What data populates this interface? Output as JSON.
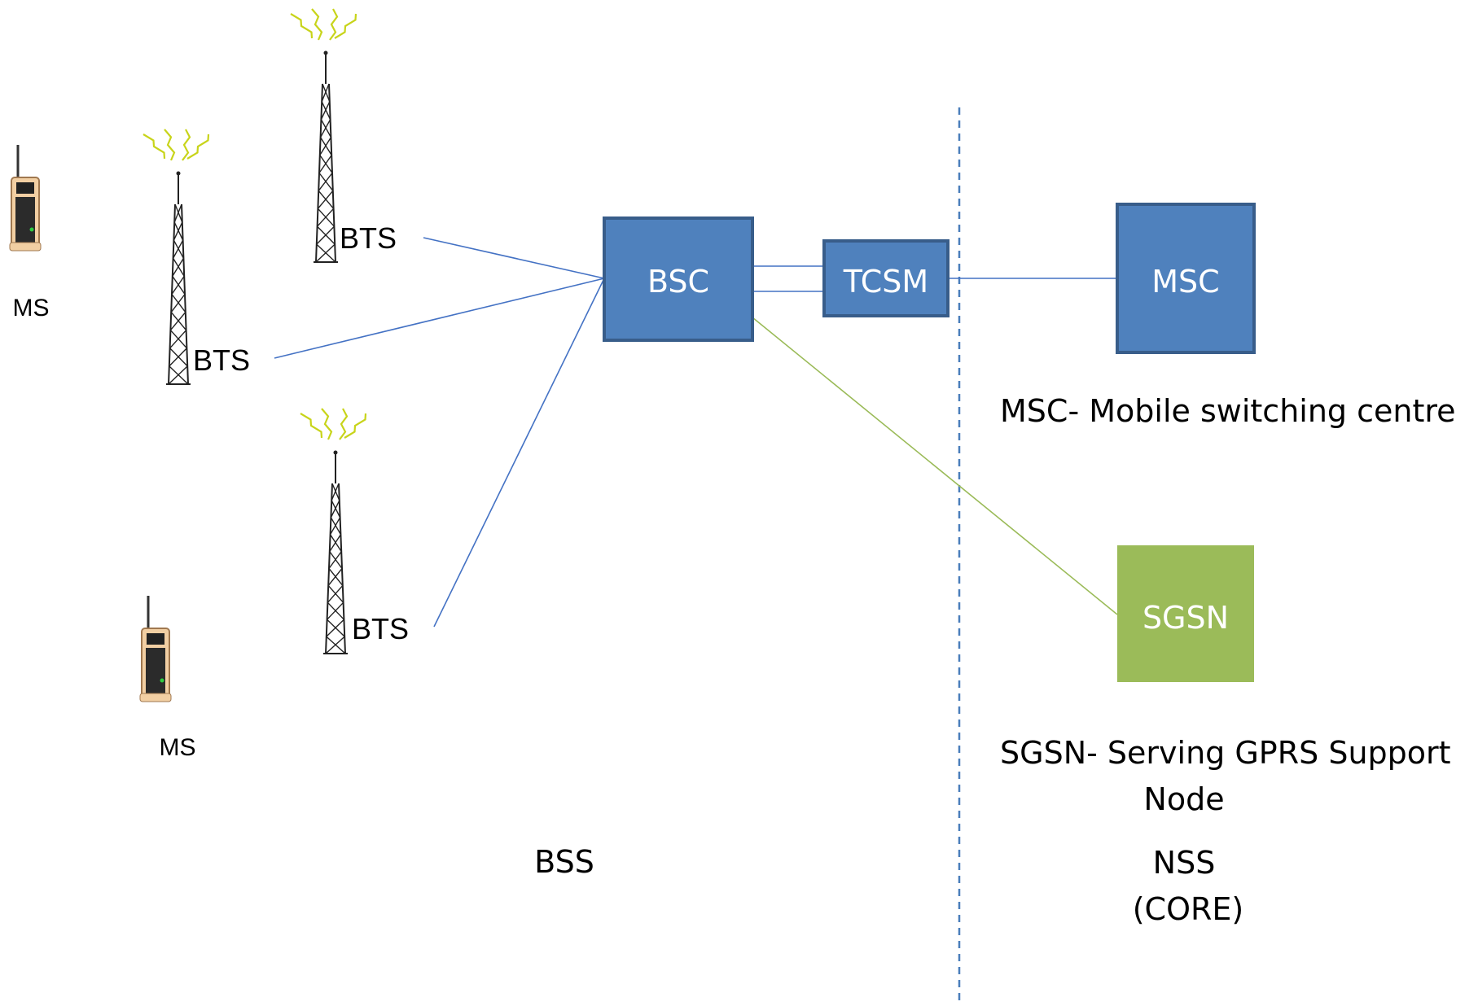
{
  "nodes": {
    "bsc": {
      "label": "BSC",
      "fill": "#4f81bd",
      "stroke": "#385d8a"
    },
    "tcsm": {
      "label": "TCSM",
      "fill": "#4f81bd",
      "stroke": "#385d8a"
    },
    "msc": {
      "label": "MSC",
      "fill": "#4f81bd",
      "stroke": "#385d8a"
    },
    "sgsn": {
      "label": "SGSN",
      "fill": "#9bbb59"
    }
  },
  "towers": [
    {
      "label": "BTS",
      "icon": "antenna-tower-icon"
    },
    {
      "label": "BTS",
      "icon": "antenna-tower-icon"
    },
    {
      "label": "BTS",
      "icon": "antenna-tower-icon"
    }
  ],
  "phones": [
    {
      "label": "MS",
      "icon": "mobile-phone-icon"
    },
    {
      "label": "MS",
      "icon": "mobile-phone-icon"
    }
  ],
  "descriptions": {
    "msc": "MSC- Mobile switching centre",
    "sgsn_line1": "SGSN- Serving GPRS Support",
    "sgsn_line2": "Node"
  },
  "regions": {
    "bss": "BSS",
    "nss_line1": "NSS",
    "nss_line2": "(CORE)"
  },
  "colors": {
    "link_blue": "#4472c4",
    "link_green": "#9bbb59",
    "divider": "#4a7ebb",
    "signal": "#c8d41a"
  }
}
